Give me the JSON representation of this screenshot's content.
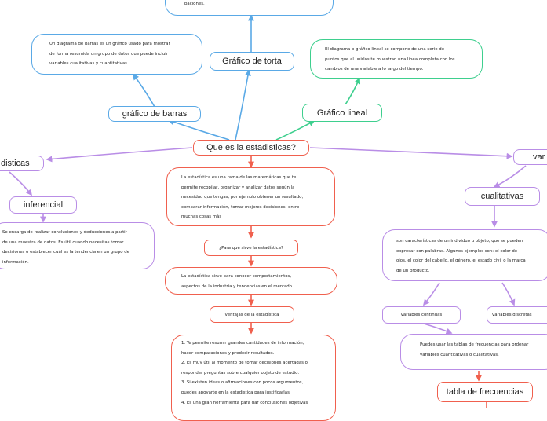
{
  "central": "Que es la estadisticas?",
  "branches": {
    "torta": {
      "label": "Gráfico de torta",
      "desc_lines": [
        "",
        "paciones."
      ]
    },
    "barras": {
      "label": "gráfico de barras",
      "desc_lines": [
        "Un diagrama de barras es un gráfico usado para mostrar",
        "de forma resumida un grupo de datos que puede incluir",
        "variables cualitativas y cuantitativas."
      ]
    },
    "lineal": {
      "label": "Gráfico lineal",
      "desc_lines": [
        "El diagrama o gráfico lineal se compone de una serie de",
        "puntos que al unirlos te muestran una línea completa con los",
        "cambios de una variable a lo largo del tiempo."
      ]
    },
    "tipos": {
      "label": "disticas",
      "inferencial": {
        "label": "inferencial",
        "desc_lines": [
          "Se encarga de realizar conclusiones y deducciones a partir",
          "de una muestra de datos. Es útil cuando necesitas tomar",
          "decisiones o establecer cuál es la tendencia en un grupo de",
          "información."
        ]
      }
    },
    "variables": {
      "label": "var",
      "cualitativas": {
        "label": "cualitativas",
        "desc_lines": [
          "son características de un individuo u objeto, que se pueden",
          "expresar con palabras. Algunos ejemplos son: el color de",
          "ojos, el color del cabello, el género, el estado civil o la marca",
          "de un producto."
        ]
      },
      "continuas": "variables continuas",
      "discretas": "variables discretas",
      "tablas_desc_lines": [
        "Puedes usar las tablas de frecuencias para ordenar",
        "variables cuantitativas o cualitativas."
      ],
      "tabla": "tabla de frecuencias"
    }
  },
  "main_chain": {
    "definition_lines": [
      "La estadística es una rama de las matemáticas que te",
      "permite recopilar, organizar y analizar datos según la",
      "necesidad que tengas, por ejemplo obtener un resultado,",
      "comparar información, tomar mejores decisiones, entre",
      "muchas cosas más"
    ],
    "question": "¿Para qué sirve la estadística?",
    "answer_lines": [
      "La estadística sirve para conocer comportamientos,",
      "aspectos de la industria y tendencias en el mercado."
    ],
    "ventajas": "ventajas de la estadística",
    "ventajas_lines": [
      "1. Te permite resumir grandes cantidades de información,",
      "hacer comparaciones y predecir resultados.",
      "2. Es muy útil al momento de tomar decisiones acertadas o",
      "responder preguntas sobre cualquier objeto de estudio.",
      "3. Si existen ideas o afirmaciones con pocos argumentos,",
      "puedes apoyarte en la estadística para justificarlas.",
      "4. Es una gran herramienta para dar conclusiones objetivas"
    ]
  },
  "colors": {
    "blue": "#5aa9e6",
    "green": "#3ecf8e",
    "red": "#f0604e",
    "purple": "#b98de6"
  }
}
